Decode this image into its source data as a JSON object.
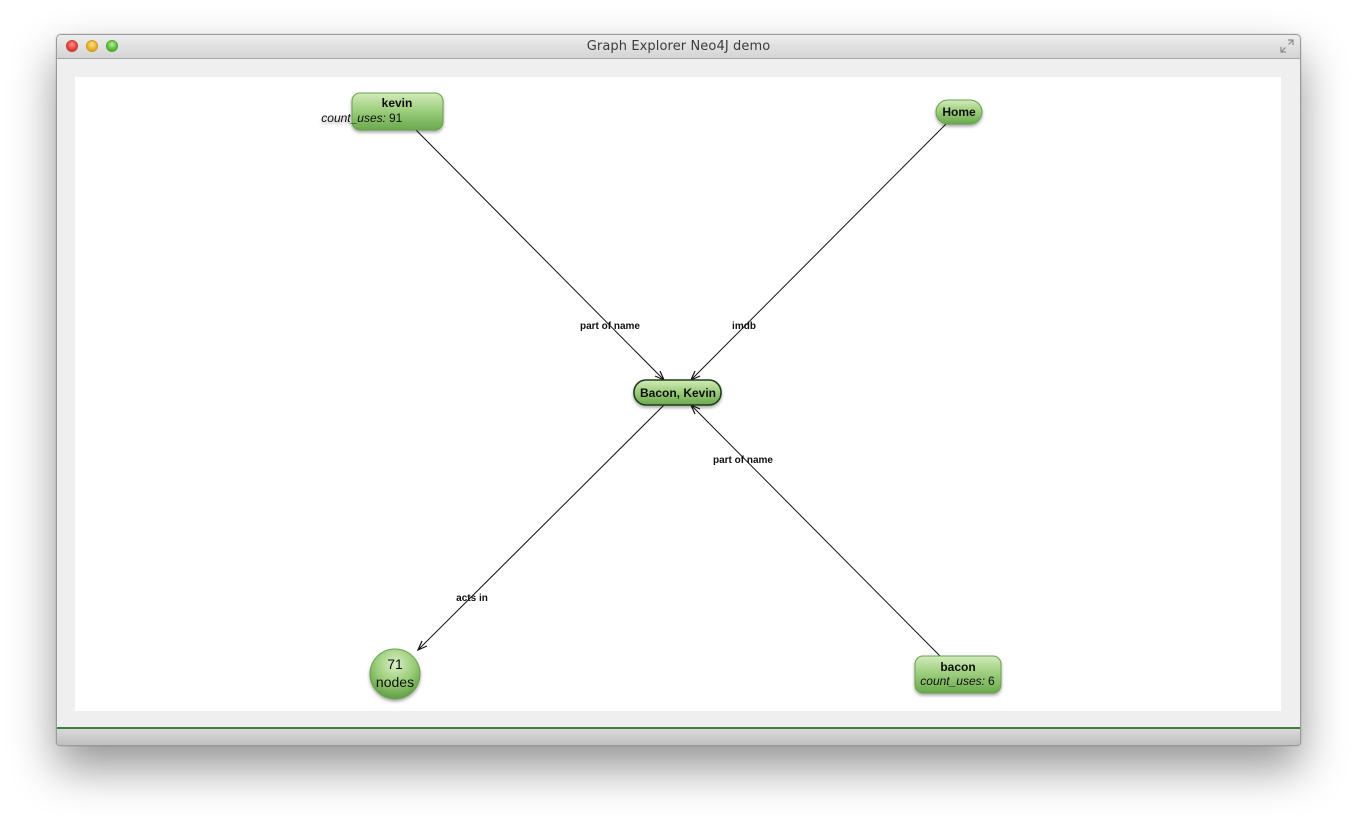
{
  "window": {
    "title": "Graph Explorer Neo4J demo"
  },
  "colors": {
    "node_fill_light": "#c4e3a8",
    "node_fill_dark": "#6cae4f",
    "node_stroke": "#5d9a47",
    "selected_stroke": "#2f4f25",
    "edge": "#111111",
    "status_bar_accent": "#3f7f3a"
  },
  "graph": {
    "nodes": {
      "kevin": {
        "label": "kevin",
        "prop_key": "count_uses:",
        "prop_value": "91"
      },
      "home": {
        "label": "Home"
      },
      "center": {
        "label": "Bacon, Kevin"
      },
      "cluster": {
        "line1": "71",
        "line2": "nodes"
      },
      "bacon": {
        "label": "bacon",
        "prop_key": "count_uses:",
        "prop_value": "6"
      }
    },
    "edges": {
      "kevin_center": {
        "label": "part of name"
      },
      "home_center": {
        "label": "imdb"
      },
      "center_cluster": {
        "label": "acts in"
      },
      "bacon_center": {
        "label": "part of name"
      }
    }
  }
}
